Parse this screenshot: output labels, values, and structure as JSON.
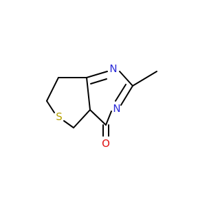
{
  "molecule": {
    "atoms": [
      {
        "id": "S1",
        "label": "S",
        "color": "#b5a000"
      },
      {
        "id": "N1",
        "label": "N",
        "color": "#2a2ad8"
      },
      {
        "id": "N2",
        "label": "N",
        "color": "#2a2ad8"
      },
      {
        "id": "O1",
        "label": "O",
        "color": "#e01010"
      }
    ],
    "bond_color": "#000000"
  }
}
